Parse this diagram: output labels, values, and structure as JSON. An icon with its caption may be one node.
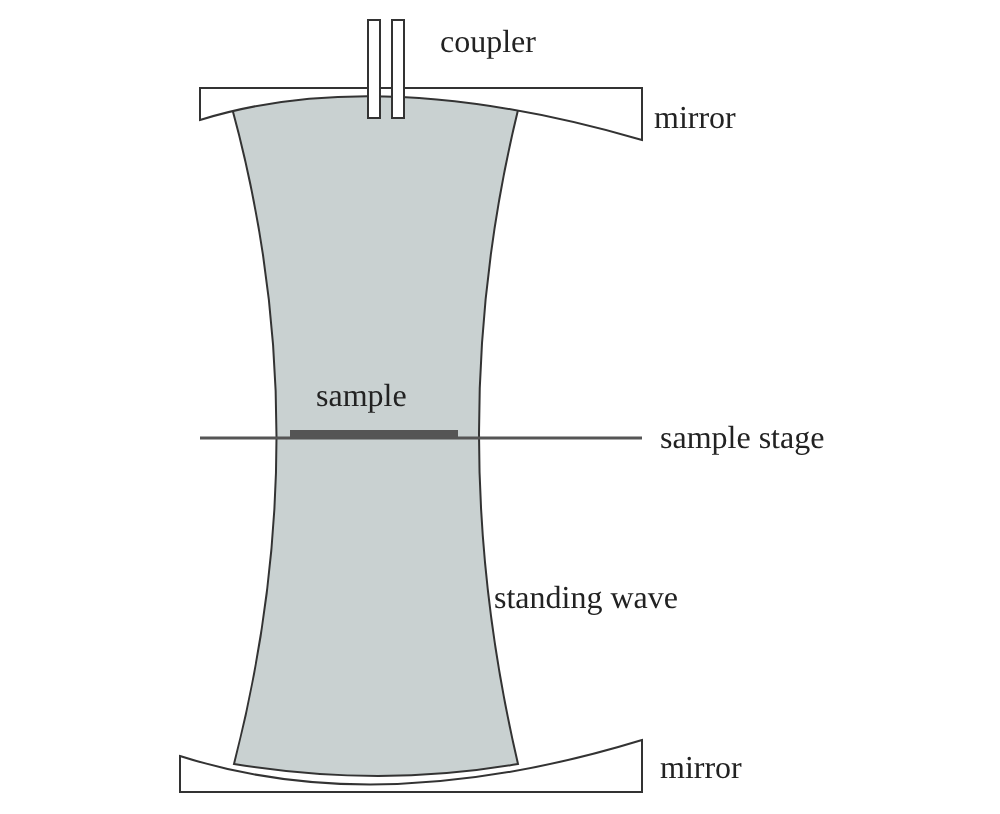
{
  "diagram": {
    "labels": [
      "coupler",
      "mirror",
      "sample",
      "sample stage",
      "standing wave",
      "mirror"
    ]
  }
}
